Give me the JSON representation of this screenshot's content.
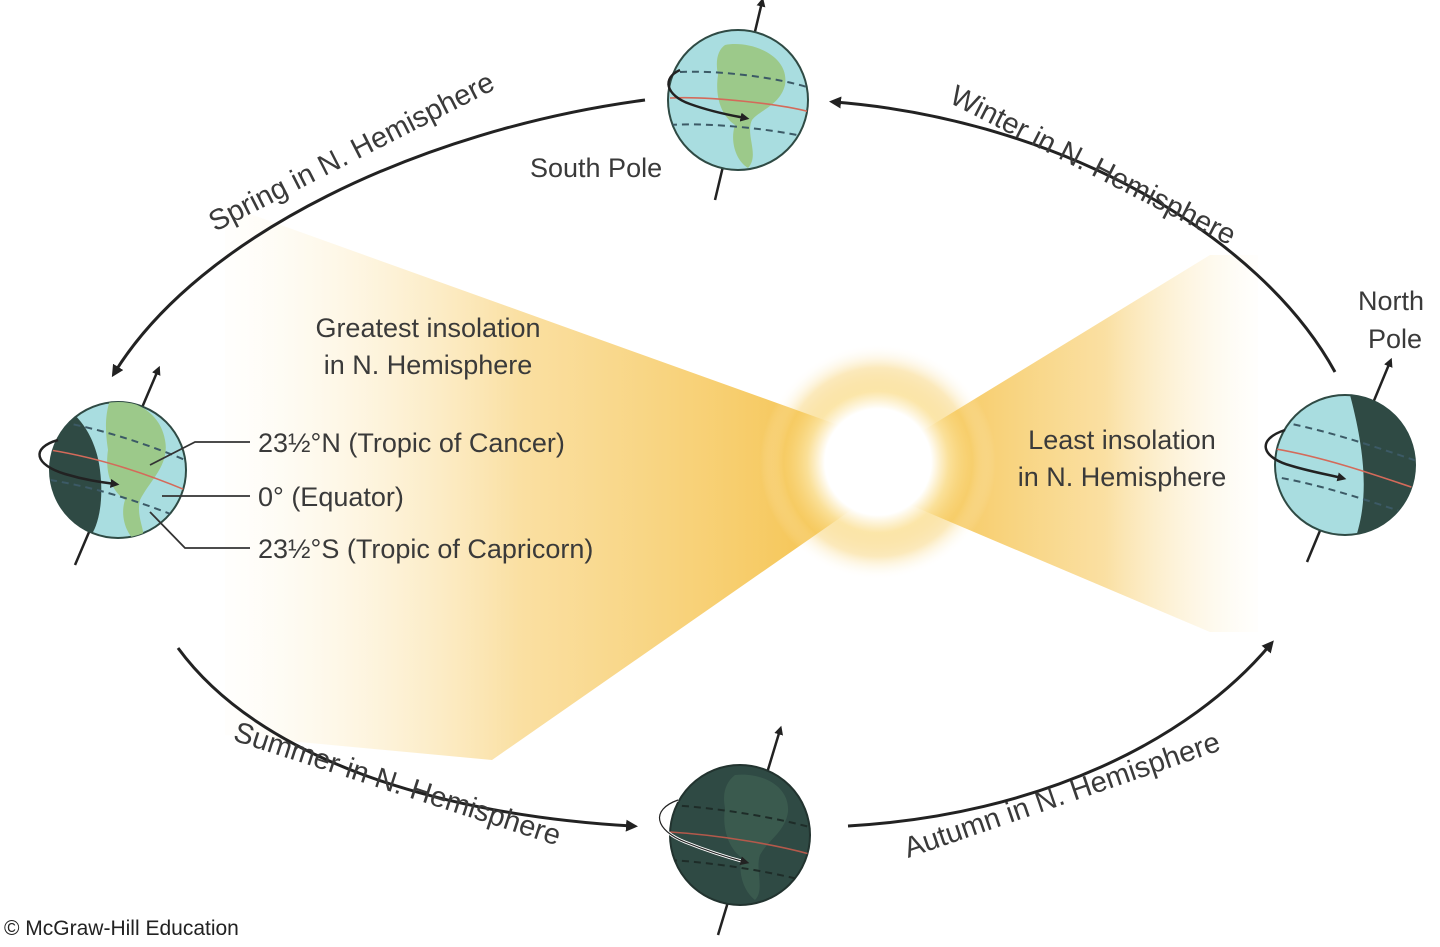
{
  "orbit_labels": {
    "spring": "Spring in N. Hemisphere",
    "winter": "Winter in N. Hemisphere",
    "summer": "Summer in N. Hemisphere",
    "autumn": "Autumn in N. Hemisphere"
  },
  "greatest": {
    "line1": "Greatest insolation",
    "line2": "in N. Hemisphere"
  },
  "least": {
    "line1": "Least insolation",
    "line2": "in N. Hemisphere"
  },
  "tropics": {
    "cancer": "23½°N (Tropic of Cancer)",
    "equator": "0° (Equator)",
    "capricorn": "23½°S (Tropic of Capricorn)"
  },
  "poles": {
    "south": "South Pole",
    "north_line1": "North",
    "north_line2": "Pole"
  },
  "copyright": "© McGraw-Hill Education",
  "colors": {
    "ocean": "#a9dde0",
    "land": "#9cc98a",
    "night": "#2f4a44",
    "sun_glow": "#f6c64a",
    "arrow": "#222222",
    "tropic_line": "#3c5a66",
    "equator_line": "#d46a5a"
  }
}
